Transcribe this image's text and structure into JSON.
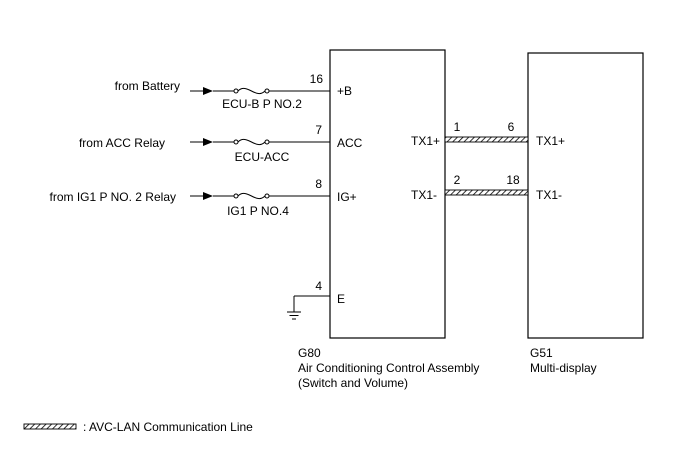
{
  "sources": [
    {
      "label": "from Battery",
      "fuse": "ECU-B P NO.2",
      "pin": "16",
      "terminal": "+B"
    },
    {
      "label": "from ACC Relay",
      "fuse": "ECU-ACC",
      "pin": "7",
      "terminal": "ACC"
    },
    {
      "label": "from IG1 P NO. 2 Relay",
      "fuse": "IG1 P NO.4",
      "pin": "8",
      "terminal": "IG+"
    }
  ],
  "ground": {
    "pin": "4",
    "terminal": "E"
  },
  "ecu": {
    "code": "G80",
    "name_line1": "Air Conditioning Control Assembly",
    "name_line2": "(Switch and Volume)",
    "tx_plus": "TX1+",
    "tx_minus": "TX1-"
  },
  "display": {
    "code": "G51",
    "name": "Multi-display",
    "tx_plus": "TX1+",
    "tx_minus": "TX1-"
  },
  "links": [
    {
      "ecu_pin": "1",
      "display_pin": "6"
    },
    {
      "ecu_pin": "2",
      "display_pin": "18"
    }
  ],
  "legend": {
    "label": ": AVC-LAN Communication Line"
  }
}
